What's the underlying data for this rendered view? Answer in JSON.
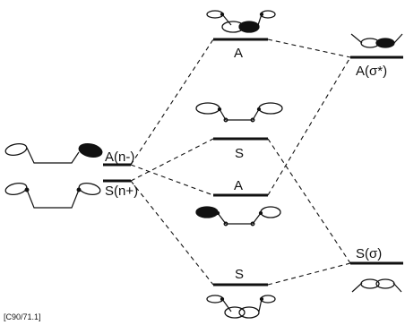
{
  "levels": {
    "left_upper": "A(n-)",
    "left_lower": "S(n+)",
    "mid_top": "A",
    "mid_upper": "S",
    "mid_lower": "A",
    "mid_bottom": "S",
    "right_upper": "A(σ*)",
    "right_lower": "S(σ)"
  },
  "figure_id": "[C90/71.1]"
}
